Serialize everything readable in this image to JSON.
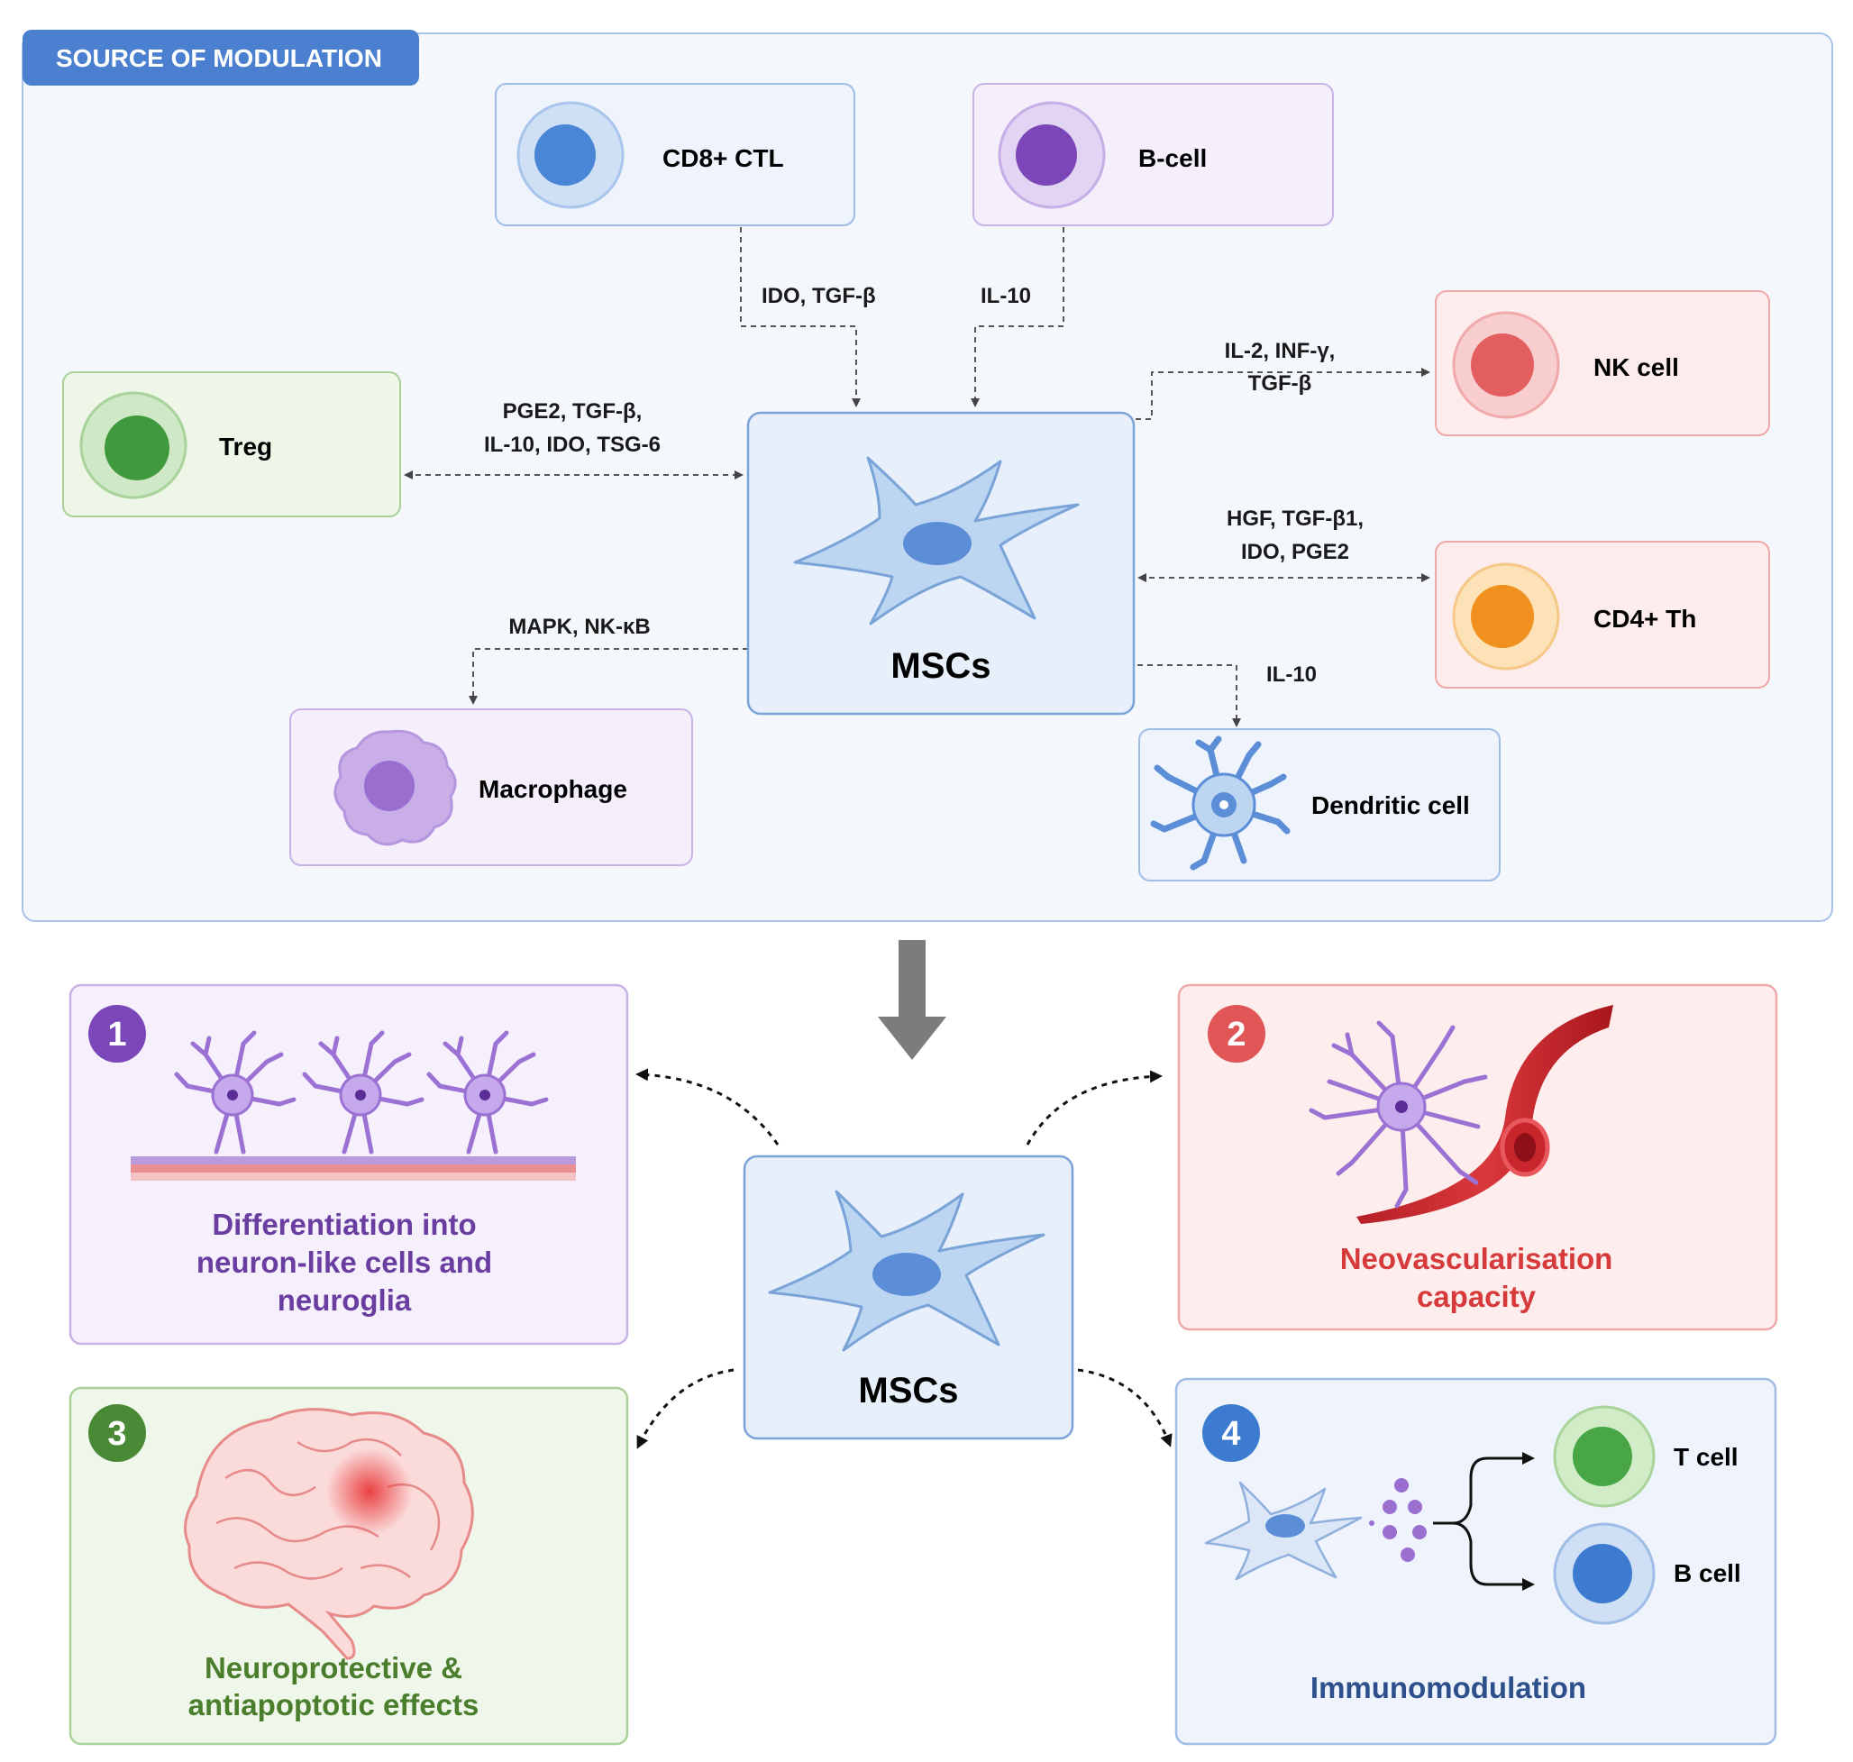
{
  "colors": {
    "source_panel_bg": "#f3f7fd",
    "source_panel_border": "#a9c3e6",
    "badge_bg": "#4a80cf",
    "mscs_box_bg": "#e6effa",
    "mscs_box_border": "#7aa3d8",
    "mscs_cell": "#bcd6f2",
    "mscs_nucleus": "#5b8ed6",
    "blue_box": "#eef3fc",
    "purple_box": "#f4effb",
    "green_box": "#eef6e8",
    "red_box": "#fdecec",
    "purple_text": "#6a3ea1",
    "red_text": "#d73a3a",
    "green_text": "#4a7d2c",
    "navy_text": "#2d4f8c",
    "arrow_gray": "#7c7c7c"
  },
  "source_of_modulation": {
    "badge_label": "SOURCE OF MODULATION",
    "center_label": "MSCs",
    "cells": [
      {
        "key": "cd8",
        "label": "CD8+ CTL",
        "icon": "cd8-ctl-cell-icon",
        "nucleus": "#4a86d6",
        "ring": "#bcd4f2"
      },
      {
        "key": "bcell",
        "label": "B-cell",
        "icon": "b-cell-icon",
        "nucleus": "#7b46b8",
        "ring": "#d8c6ee"
      },
      {
        "key": "nk",
        "label": "NK cell",
        "icon": "nk-cell-icon",
        "nucleus": "#e05a5a",
        "ring": "#f6c8c8"
      },
      {
        "key": "treg",
        "label": "Treg",
        "icon": "treg-cell-icon",
        "nucleus": "#3f9a3e",
        "ring": "#c8e4c0"
      },
      {
        "key": "cd4",
        "label": "CD4+ Th",
        "icon": "cd4-th-cell-icon",
        "nucleus": "#f0901e",
        "ring": "#fbd9a8"
      },
      {
        "key": "macrophage",
        "label": "Macrophage",
        "icon": "macrophage-icon"
      },
      {
        "key": "dendritic",
        "label": "Dendritic cell",
        "icon": "dendritic-cell-icon"
      }
    ],
    "mediators": {
      "cd8": "IDO, TGF-β",
      "bcell": "IL-10",
      "nk": [
        "IL-2, INF-γ,",
        "TGF-β"
      ],
      "treg": [
        "PGE2, TGF-β,",
        "IL-10, IDO, TSG-6"
      ],
      "cd4": [
        "HGF, TGF-β1,",
        "IDO, PGE2"
      ],
      "macrophage": "MAPK, NK-κB",
      "dendritic": "IL-10"
    }
  },
  "effects": {
    "center_label": "MSCs",
    "items": [
      {
        "number": "1",
        "title_lines": [
          "Differentiation into",
          "neuron-like cells and",
          "neuroglia"
        ],
        "badge": "#7b46b8"
      },
      {
        "number": "2",
        "title_lines": [
          "Neovascularisation",
          "capacity"
        ],
        "badge": "#e05555"
      },
      {
        "number": "3",
        "title_lines": [
          "Neuroprotective &",
          "antiapoptotic effects"
        ],
        "badge": "#4a8a36"
      },
      {
        "number": "4",
        "title_lines": [
          "Immunomodulation"
        ],
        "badge": "#3d7bd0",
        "targets": [
          "T cell",
          "B cell"
        ]
      }
    ]
  }
}
